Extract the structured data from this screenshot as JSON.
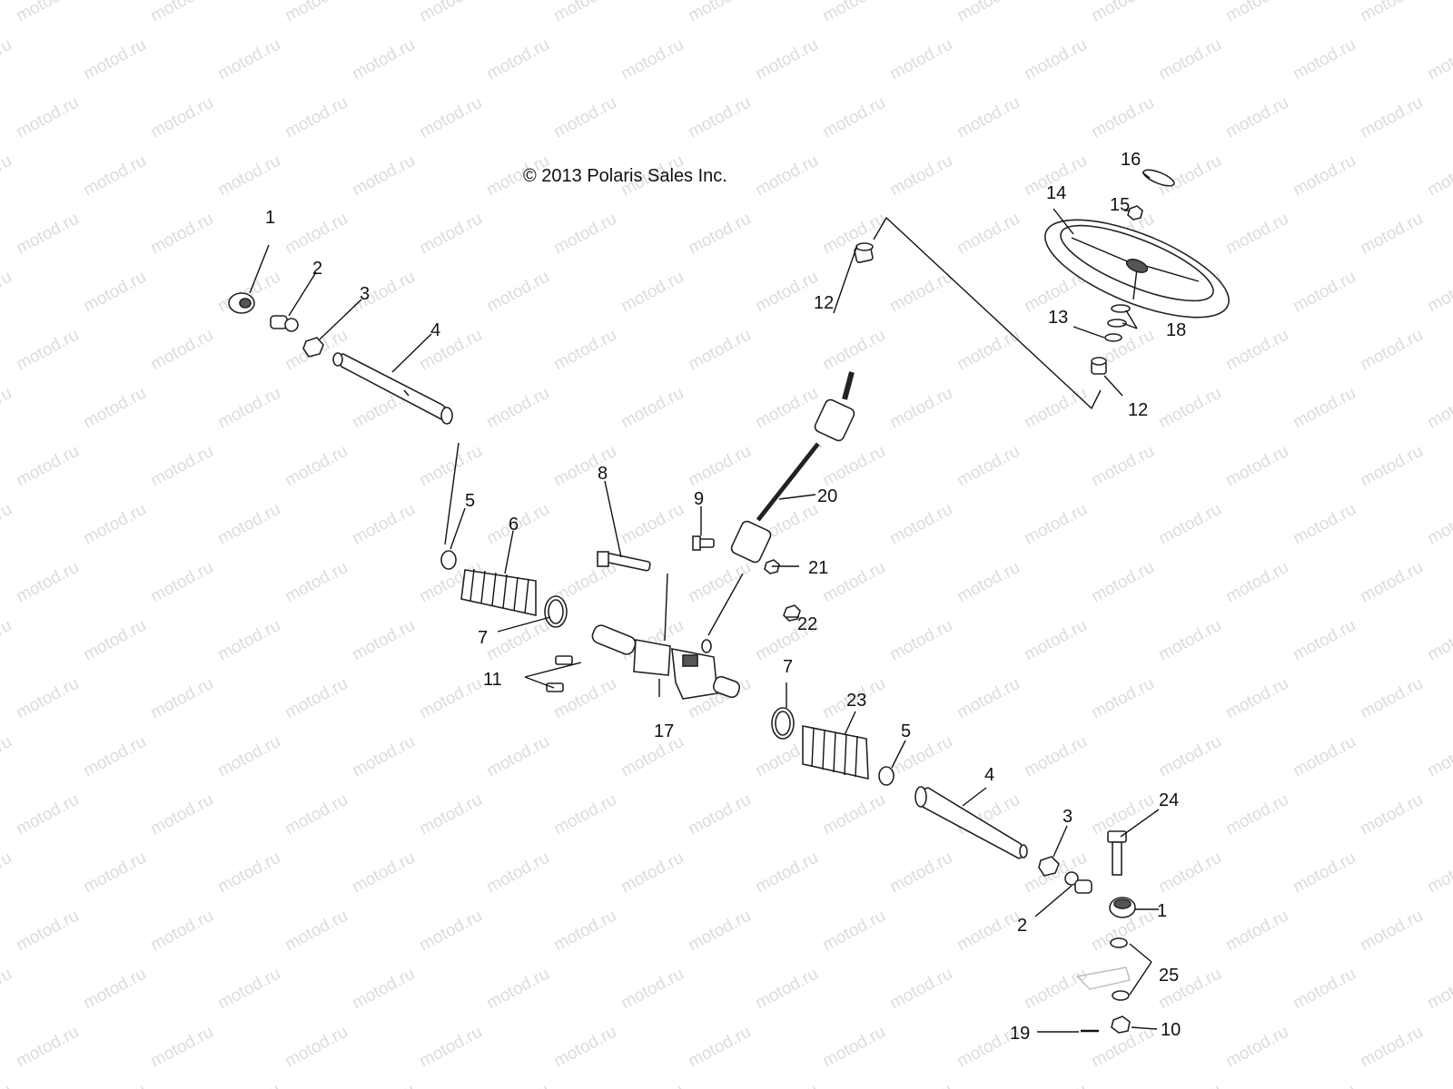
{
  "copyright": "© 2013 Polaris Sales Inc.",
  "watermark": "motod.ru",
  "colors": {
    "line": "#222222",
    "text": "#111111",
    "watermark": "#dcdcdc",
    "background": "#ffffff"
  },
  "callouts": {
    "c1a": "1",
    "c1b": "1",
    "c2a": "2",
    "c2b": "2",
    "c3a": "3",
    "c3b": "3",
    "c4a": "4",
    "c4b": "4",
    "c5a": "5",
    "c5b": "5",
    "c6": "6",
    "c7a": "7",
    "c7b": "7",
    "c8": "8",
    "c9": "9",
    "c10": "10",
    "c11": "11",
    "c12a": "12",
    "c12b": "12",
    "c13": "13",
    "c14": "14",
    "c15": "15",
    "c16": "16",
    "c17": "17",
    "c18": "18",
    "c19": "19",
    "c20": "20",
    "c21": "21",
    "c22": "22",
    "c23": "23",
    "c24": "24",
    "c25": "25"
  }
}
